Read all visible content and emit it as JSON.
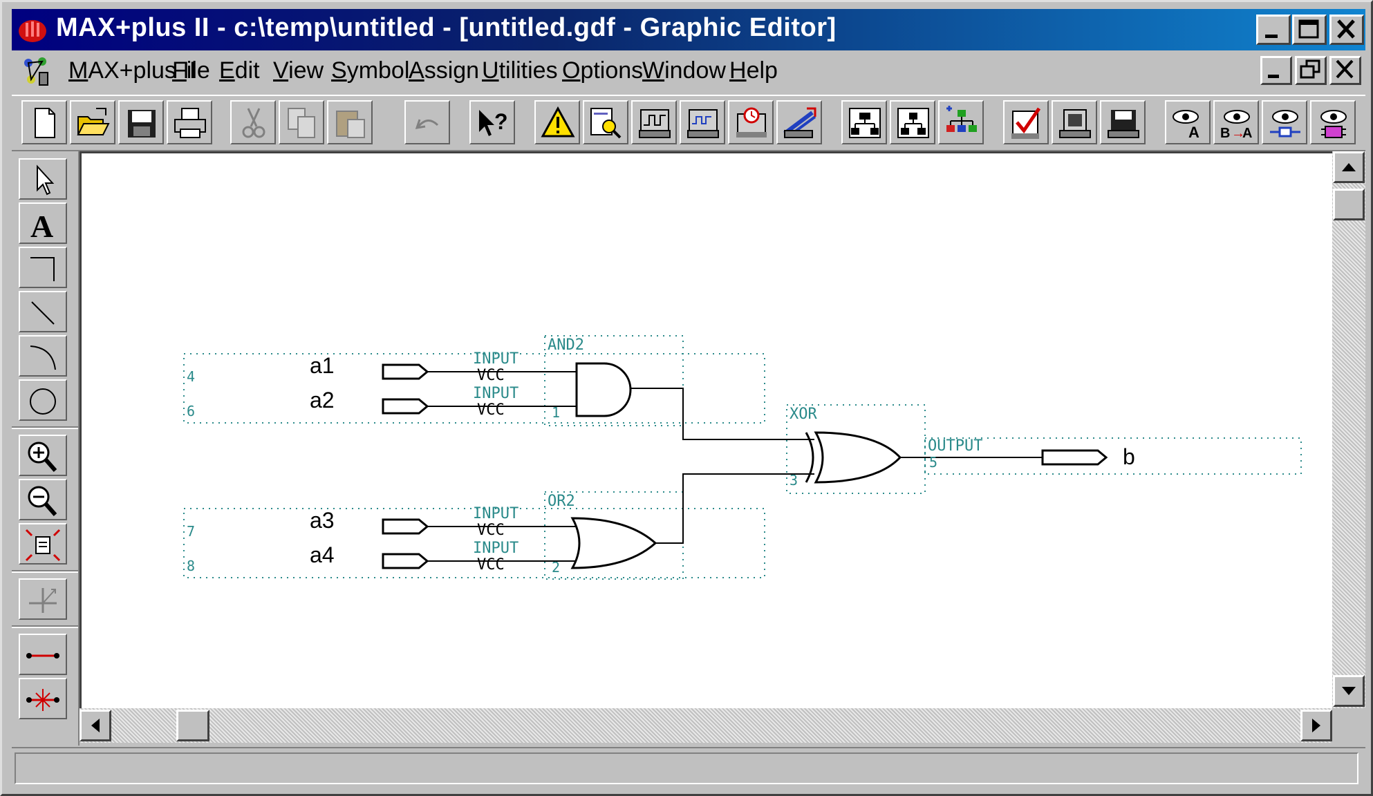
{
  "window": {
    "title": "MAX+plus II - c:\\temp\\untitled - [untitled.gdf - Graphic Editor]"
  },
  "menubar": {
    "items": [
      {
        "label": "MAX+plus II",
        "ul": "M"
      },
      {
        "label": "File",
        "ul": "F"
      },
      {
        "label": "Edit",
        "ul": "E"
      },
      {
        "label": "View",
        "ul": "V"
      },
      {
        "label": "Symbol",
        "ul": "S"
      },
      {
        "label": "Assign",
        "ul": "A"
      },
      {
        "label": "Utilities",
        "ul": "U"
      },
      {
        "label": "Options",
        "ul": "O"
      },
      {
        "label": "Window",
        "ul": "W"
      },
      {
        "label": "Help",
        "ul": "H"
      }
    ]
  },
  "toolbar": {
    "icons": [
      "new-file-icon",
      "open-folder-icon",
      "save-icon",
      "print-icon",
      "cut-icon",
      "copy-icon",
      "paste-icon",
      "undo-icon",
      "context-help-icon",
      "compile-warning-icon",
      "find-icon",
      "simulator-icon",
      "waveform-icon",
      "timing-analyzer-icon",
      "programmer-icon",
      "hierarchy-up-icon",
      "hierarchy-down-icon",
      "hierarchy-display-icon",
      "check-icon",
      "device-icon",
      "save-compile-icon",
      "eye-a-icon",
      "eye-ba-icon",
      "eye-probe-icon",
      "eye-node-icon"
    ]
  },
  "schematic": {
    "inputs": [
      {
        "name": "a1",
        "num": "4",
        "type": "INPUT",
        "sub": "VCC"
      },
      {
        "name": "a2",
        "num": "6",
        "type": "INPUT",
        "sub": "VCC"
      },
      {
        "name": "a3",
        "num": "7",
        "type": "INPUT",
        "sub": "VCC"
      },
      {
        "name": "a4",
        "num": "8",
        "type": "INPUT",
        "sub": "VCC"
      }
    ],
    "gates": {
      "and": {
        "label": "AND2",
        "num": "1"
      },
      "or": {
        "label": "OR2",
        "num": "2"
      },
      "xor": {
        "label": "XOR",
        "num": "3"
      }
    },
    "output": {
      "name": "b",
      "num": "5",
      "type": "OUTPUT"
    }
  },
  "colors": {
    "titlebar": "#000080",
    "label": "#2a8a8a",
    "chrome": "#c0c0c0"
  }
}
